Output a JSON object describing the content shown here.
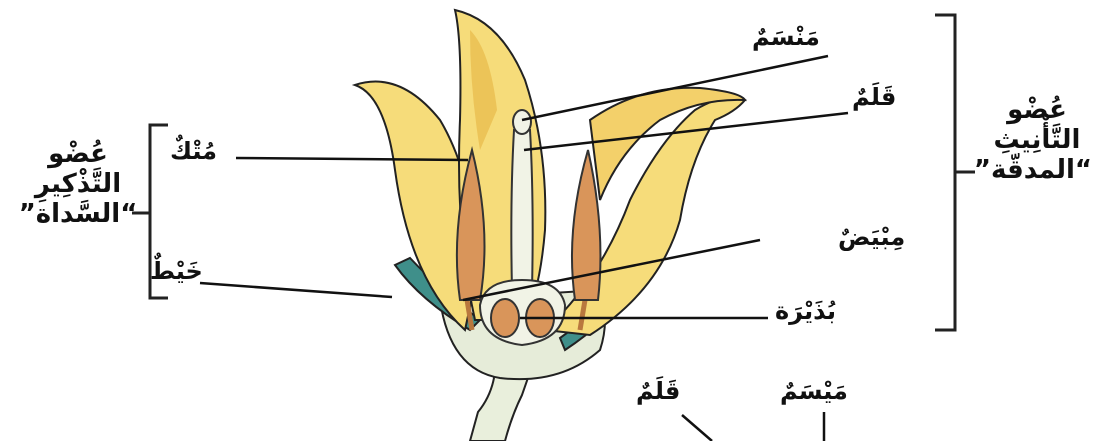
{
  "labels": {
    "stigma": "مَنْسَمٌ",
    "style": "قَلَمٌ",
    "ovary": "مِبْيَضٌ",
    "ovule": "بُذَيْرَة",
    "anther": "مُتْكٌ",
    "filament": "خَيْطٌ",
    "stigma_bottom": "مَيْسَمٌ",
    "style_bottom": "قَلَمٌ"
  },
  "groups": {
    "female_line1": "عُضْو",
    "female_line2": "التَّأْنِيثِ",
    "female_line3": "“المدقّة”",
    "male_line1": "عُضْو",
    "male_line2": "التَّذْكِيرِ",
    "male_line3": "“السَّداة”"
  },
  "colors": {
    "petal": "#f6dc7a",
    "petal_dark": "#e8b94a",
    "stamen": "#d9955a",
    "sepal": "#3f8f8a",
    "receptacle": "#e6ecd9",
    "ink": "#111111"
  }
}
